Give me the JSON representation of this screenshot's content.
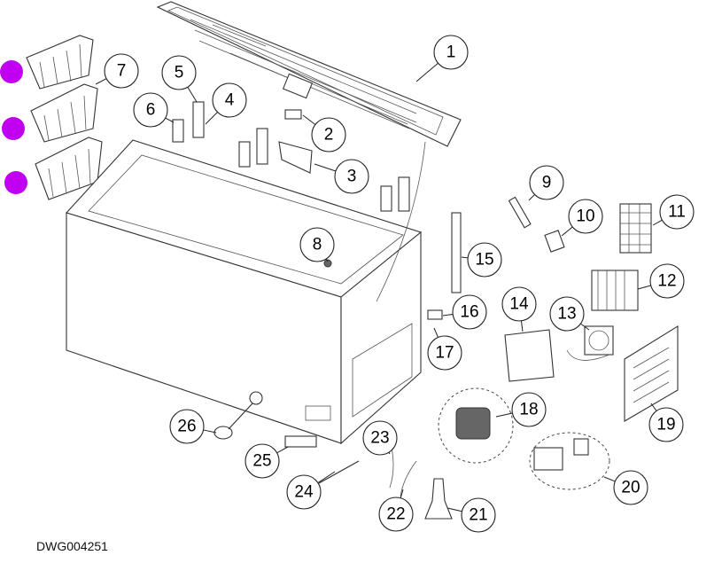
{
  "drawing_number": "DWG004251",
  "callouts": [
    "1",
    "2",
    "3",
    "4",
    "5",
    "6",
    "7",
    "8",
    "9",
    "10",
    "11",
    "12",
    "13",
    "14",
    "15",
    "16",
    "17",
    "18",
    "19",
    "20",
    "21",
    "22",
    "23",
    "24",
    "25",
    "26"
  ],
  "marker_color": "#c000f0"
}
